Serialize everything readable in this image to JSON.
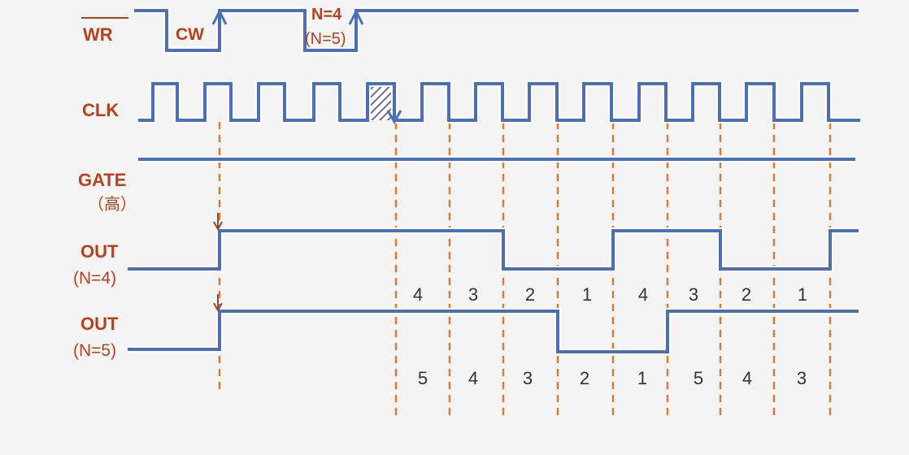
{
  "signals": {
    "wr": {
      "label": "WR"
    },
    "clk": {
      "label": "CLK"
    },
    "gate": {
      "label": "GATE",
      "sublabel": "（高）"
    },
    "out4": {
      "label": "OUT",
      "sublabel": "(N=4)"
    },
    "out5": {
      "label": "OUT",
      "sublabel": "(N=5)"
    }
  },
  "annotations": {
    "cw": "CW",
    "n4": "N=4",
    "n5": "(N=5)"
  },
  "counts": {
    "n4": [
      "4",
      "3",
      "2",
      "1",
      "4",
      "3",
      "2",
      "1"
    ],
    "n5": [
      "5",
      "4",
      "3",
      "2",
      "1",
      "5",
      "4",
      "3"
    ]
  },
  "colors": {
    "background": "#f4f4f5",
    "waveform": "#4a6fb5",
    "label": "#b5421c",
    "dashed_marker": "#e07b2c",
    "arrow_marker": "#8a4a35",
    "hatch": "#6f6a9c",
    "count_text": "#333333"
  }
}
